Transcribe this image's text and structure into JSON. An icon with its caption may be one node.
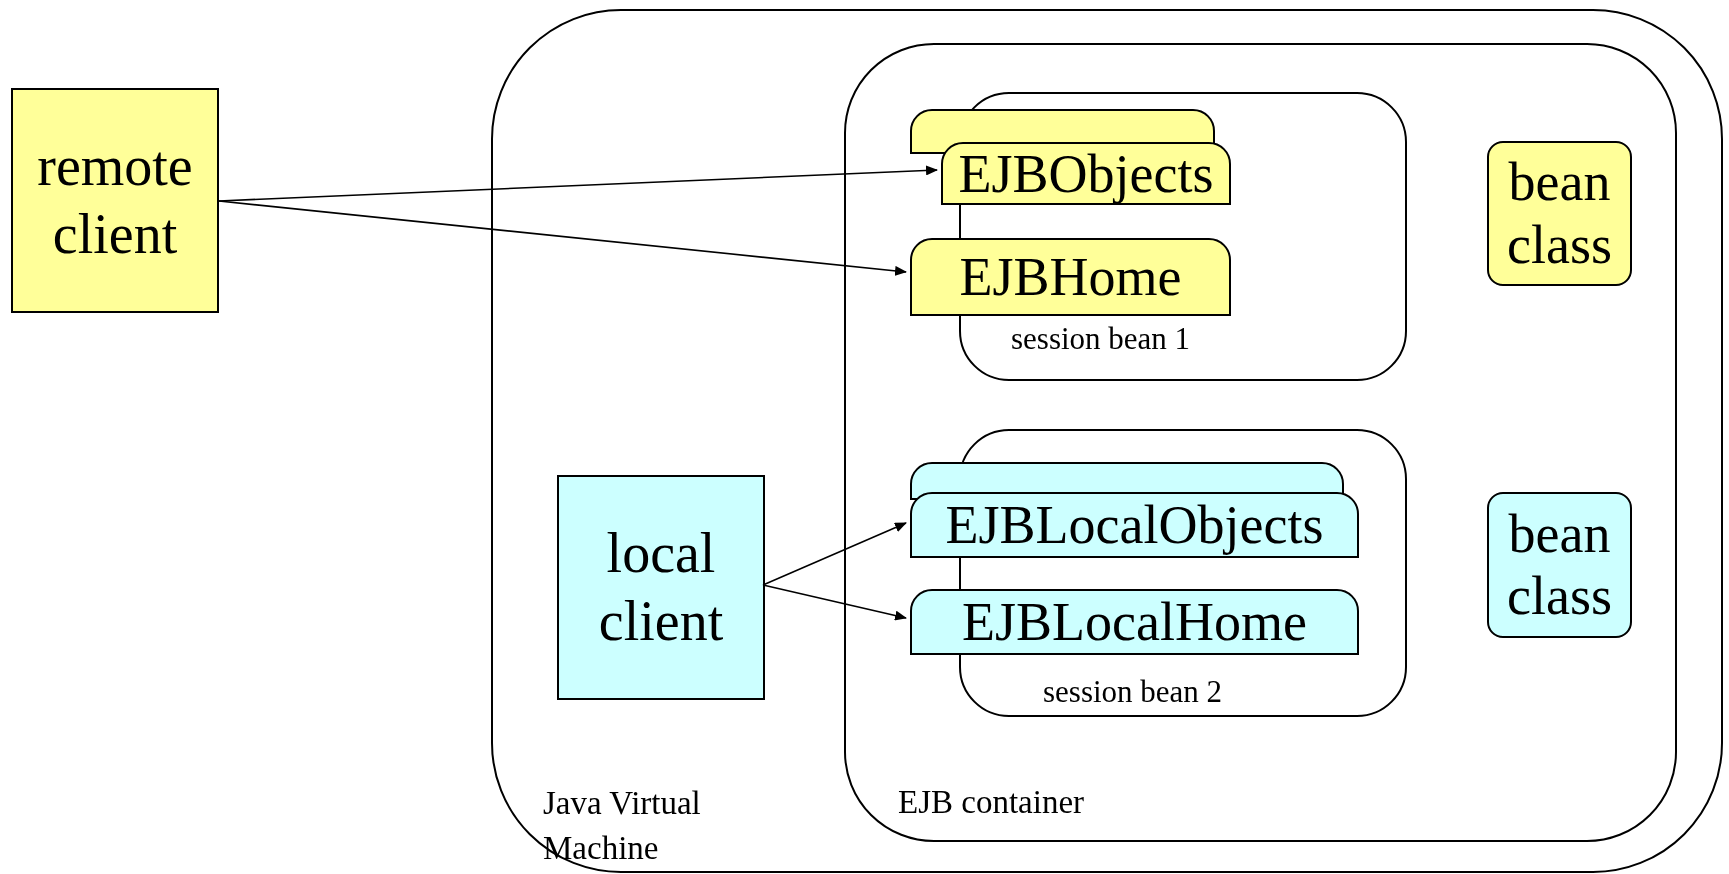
{
  "diagram": {
    "nodes": [
      {
        "text": [
          "remote client"
        ]
      },
      {
        "text": [
          "Java Virtual Machine"
        ]
      },
      {
        "text": [
          "EJB container"
        ],
        "in": 1
      },
      {
        "text": [
          "session bean 1"
        ],
        "in": 2
      },
      {
        "text": [
          "EJBObjects"
        ],
        "in": 2
      },
      {
        "text": [
          "EJBHome"
        ],
        "in": 2
      },
      {
        "text": [
          "bean class"
        ],
        "in": 2
      },
      {
        "text": [
          "session bean 2"
        ],
        "in": 2
      },
      {
        "text": [
          "EJBLocalObjects"
        ],
        "in": 2
      },
      {
        "text": [
          "EJBLocalHome"
        ],
        "in": 2
      },
      {
        "text": [
          "bean class"
        ],
        "in": 2
      },
      {
        "text": [
          "local client"
        ],
        "in": 1
      }
    ],
    "edges": [
      {
        "from": 0,
        "to": 4,
        "arrow": "to"
      },
      {
        "from": 0,
        "to": 5,
        "arrow": "to"
      },
      {
        "from": 11,
        "to": 8,
        "arrow": "to"
      },
      {
        "from": 11,
        "to": 9,
        "arrow": "to"
      }
    ]
  }
}
